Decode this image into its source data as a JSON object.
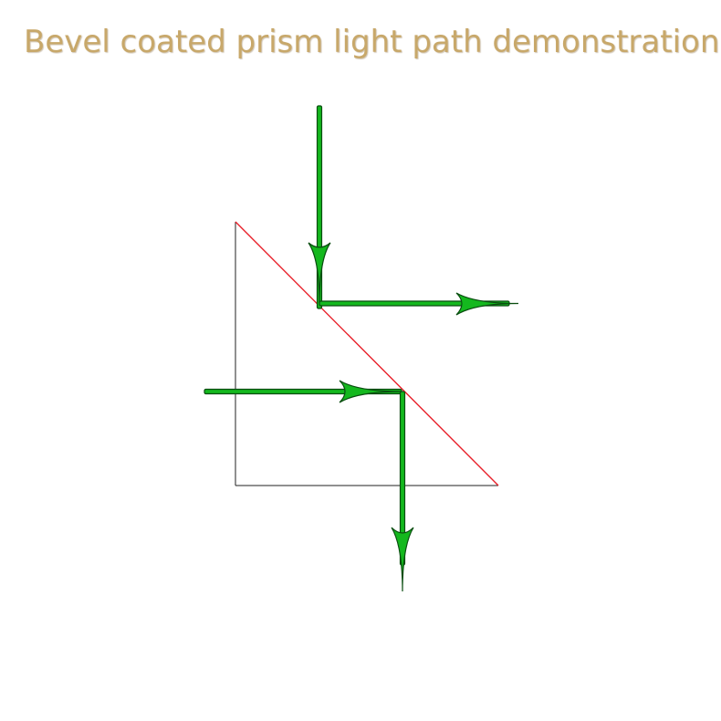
{
  "title": "Bevel coated prism light path demonstration",
  "colors": {
    "title": "#c8a86a",
    "prism_outline": "#222222",
    "coated_bevel": "#e8202a",
    "beam_fill": "#14b81e",
    "beam_stroke": "#0a4d10"
  },
  "diagram": {
    "components": [
      "prism",
      "coated-bevel",
      "incident-beam-top",
      "reflected-beam-right",
      "incident-beam-left",
      "reflected-beam-down"
    ]
  }
}
